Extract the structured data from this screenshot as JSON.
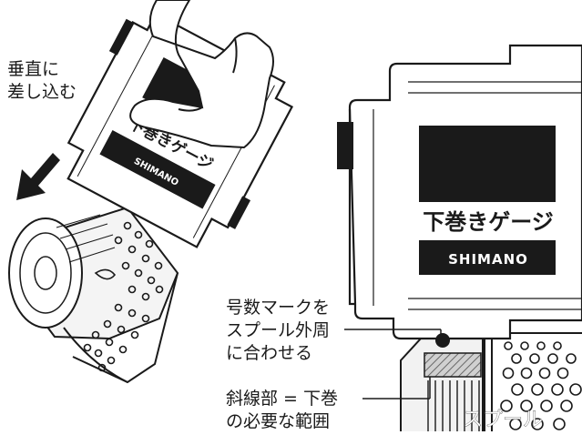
{
  "labels": {
    "insert_line1": "垂直に",
    "insert_line2": "差し込む",
    "mark_line1": "号数マークを",
    "mark_line2": "スプール外周",
    "mark_line3": "に合わせる",
    "hatch_line1": "斜線部 = 下巻",
    "hatch_line2": "の必要な範囲",
    "spool": "スプール"
  },
  "gauge": {
    "title": "下巻きゲージ",
    "brand": "SHIMANO"
  },
  "colors": {
    "ink": "#1a1a1a",
    "label_bg": "#1a1a1a",
    "label_text": "#ffffff",
    "hatch": "#9a9a9a",
    "spool_fill": "#e8e8e8"
  }
}
